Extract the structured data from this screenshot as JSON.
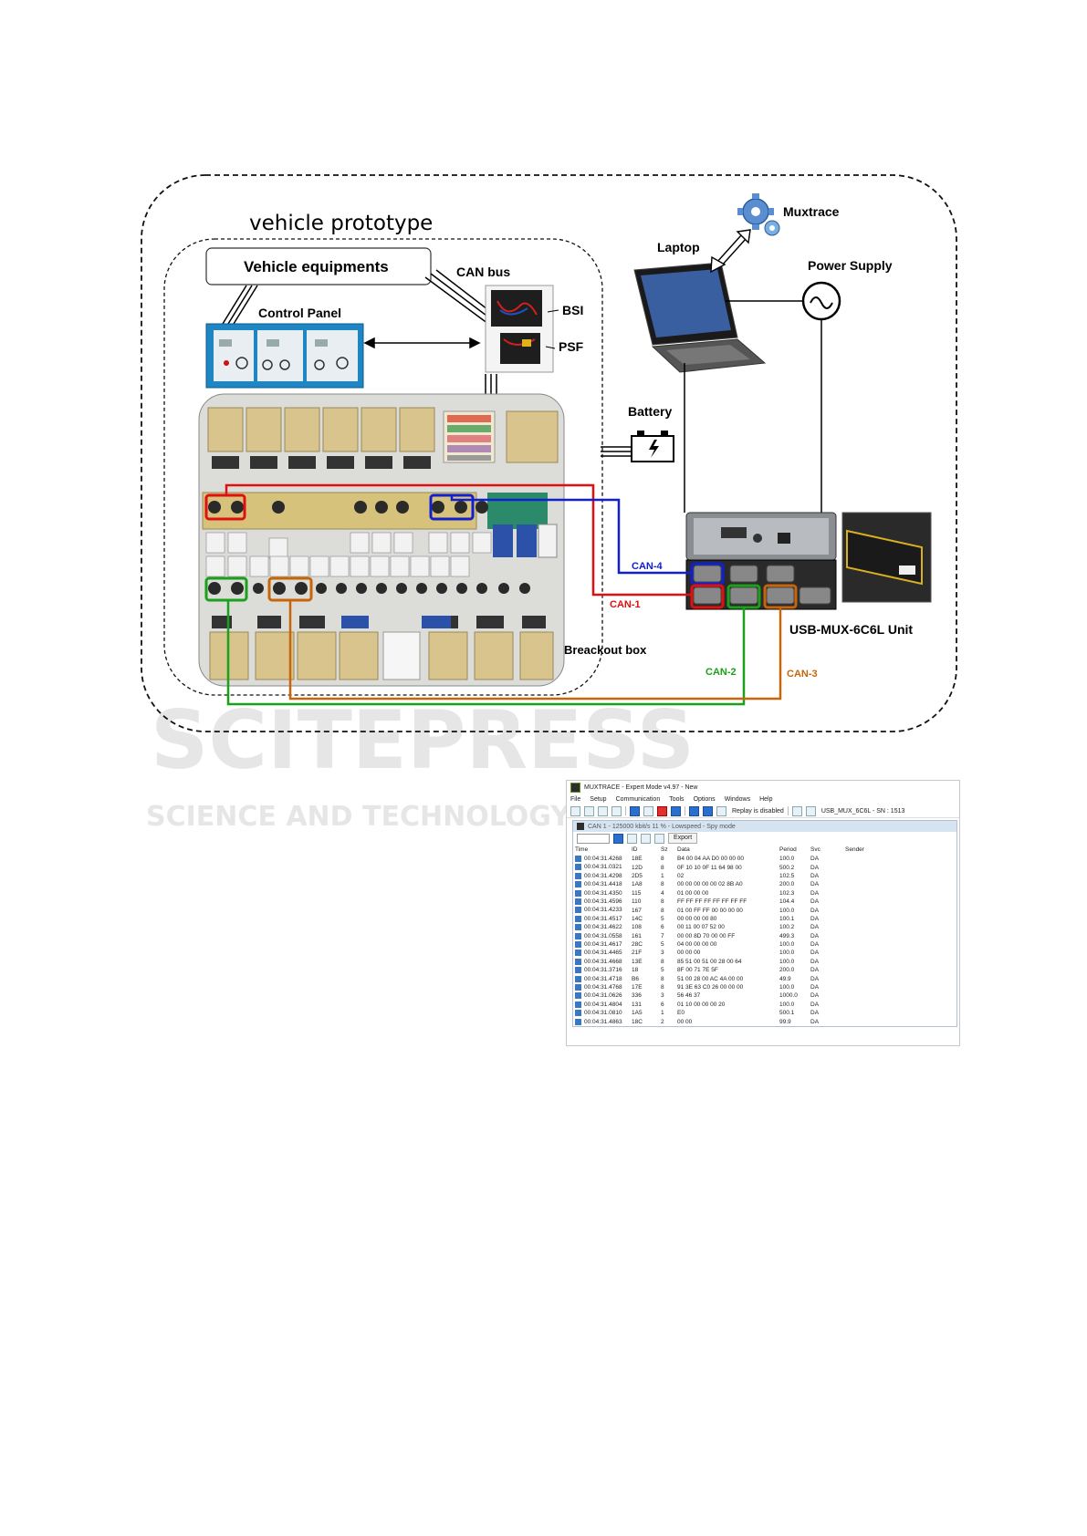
{
  "labels": {
    "vehicle_prototype": "vehicle prototype",
    "vehicle_equipments": "Vehicle equipments",
    "control_panel": "Control Panel",
    "can_bus": "CAN bus",
    "bsi": "BSI",
    "psf": "PSF",
    "laptop": "Laptop",
    "muxtrace": "Muxtrace",
    "power_supply": "Power Supply",
    "battery": "Battery",
    "usb_mux": "USB-MUX-6C6L Unit",
    "breakout_box": "Breackout box",
    "can1": "CAN-1",
    "can2": "CAN-2",
    "can3": "CAN-3",
    "can4": "CAN-4"
  },
  "watermark": {
    "line1": "SCITEPRESS",
    "line2": "SCIENCE AND TECHNOLOGY PUBLICATIONS"
  },
  "colors": {
    "can1": "#e01010",
    "can2": "#1aa01a",
    "can3": "#c8640a",
    "can4": "#1020d0",
    "panel_blue": "#1f86c4",
    "breakout_bg": "#dcdcd8",
    "module_tan": "#d8c48c",
    "device_body": "#2a2a2a"
  },
  "muxtrace": {
    "title": "MUXTRACE - Expert Mode v4.97 - New",
    "menu": [
      "File",
      "Setup",
      "Communication",
      "Tools",
      "Options",
      "Windows",
      "Help"
    ],
    "replay_status": "Replay is disabled",
    "device": "USB_MUX_6C6L - SN : 1513",
    "subwindow_title": "CAN 1 - 125000 kbit/s 11 % - Lowspeed - Spy mode",
    "export_label": "Export",
    "columns": [
      "Time",
      "ID",
      "Sz",
      "Data",
      "Period",
      "Svc",
      "Sender"
    ],
    "rows": [
      [
        "00:04:31.4268",
        "18E",
        "8",
        "B4 00 04 AA D0 00 00 00",
        "100.0",
        "DA",
        ""
      ],
      [
        "00:04:31.0321",
        "12D",
        "8",
        "0F 10 10 0F 11 64 98 00",
        "500.2",
        "DA",
        ""
      ],
      [
        "00:04:31.4298",
        "2D5",
        "1",
        "02",
        "102.5",
        "DA",
        ""
      ],
      [
        "00:04:31.4418",
        "1A8",
        "8",
        "00 00 00 00 00 02 8B A0",
        "200.0",
        "DA",
        ""
      ],
      [
        "00:04:31.4350",
        "115",
        "4",
        "01 00 00 00",
        "102.3",
        "DA",
        ""
      ],
      [
        "00:04:31.4596",
        "110",
        "8",
        "FF FF FF FF FF FF FF FF",
        "104.4",
        "DA",
        ""
      ],
      [
        "00:04:31.4233",
        "167",
        "8",
        "01 00 FF FF 00 00 00 00",
        "100.0",
        "DA",
        ""
      ],
      [
        "00:04:31.4517",
        "14C",
        "5",
        "00 00 00 00 80",
        "100.1",
        "DA",
        ""
      ],
      [
        "00:04:31.4622",
        "108",
        "6",
        "00 11 00 07 52 00",
        "100.2",
        "DA",
        ""
      ],
      [
        "00:04:31.0558",
        "161",
        "7",
        "00 00 8D 70 00 00 FF",
        "499.3",
        "DA",
        ""
      ],
      [
        "00:04:31.4617",
        "28C",
        "5",
        "04 00 00 00 00",
        "100.0",
        "DA",
        ""
      ],
      [
        "00:04:31.4465",
        "21F",
        "3",
        "00 00 00",
        "100.0",
        "DA",
        ""
      ],
      [
        "00:04:31.4668",
        "13E",
        "8",
        "85 51 00 51 00 28 00 64",
        "100.0",
        "DA",
        ""
      ],
      [
        "00:04:31.3716",
        "18",
        "5",
        "8F 00 71 7E 5F",
        "200.0",
        "DA",
        ""
      ],
      [
        "00:04:31.4718",
        "B6",
        "8",
        "51 00 28 00 AC 4A 00 00",
        "49.9",
        "DA",
        ""
      ],
      [
        "00:04:31.4768",
        "17E",
        "8",
        "91 3E 63 C0 26 00 00 00",
        "100.0",
        "DA",
        ""
      ],
      [
        "00:04:31.0626",
        "336",
        "3",
        "56 46 37",
        "1000.0",
        "DA",
        ""
      ],
      [
        "00:04:31.4804",
        "131",
        "6",
        "01 10 00 00 00 20",
        "100.0",
        "DA",
        ""
      ],
      [
        "00:04:31.0810",
        "1A5",
        "1",
        "E0",
        "500.1",
        "DA",
        ""
      ],
      [
        "00:04:31.4863",
        "18C",
        "2",
        "00 00",
        "99.9",
        "DA",
        ""
      ]
    ]
  }
}
